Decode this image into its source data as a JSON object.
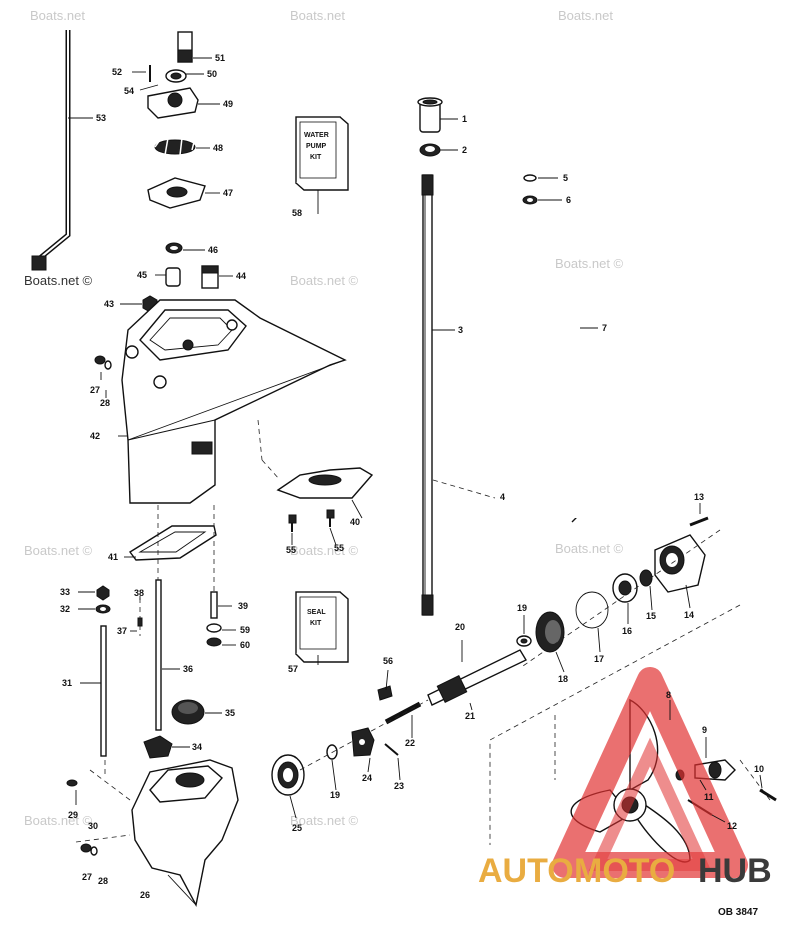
{
  "watermark": "Boats.net",
  "watermark_full": "Boats.net ©",
  "kits": {
    "water_pump_lines": [
      "WATER",
      "PUMP",
      "KIT"
    ],
    "seal_lines": [
      "SEAL",
      "KIT"
    ]
  },
  "logo": {
    "part1": "AUTO",
    "part2": "MOTO",
    "part3": "HUB",
    "color_accent": "#e8a531",
    "color_red": "#e03030",
    "color_dark": "#2a2a2a"
  },
  "diagram_code": "OB  3847",
  "callouts": {
    "c1": "1",
    "c2": "2",
    "c3": "3",
    "c4": "4",
    "c5": "5",
    "c6": "6",
    "c7": "7",
    "c8": "8",
    "c9": "9",
    "c10": "10",
    "c11": "11",
    "c12": "12",
    "c13": "13",
    "c14": "14",
    "c15": "15",
    "c16": "16",
    "c17": "17",
    "c18": "18",
    "c19a": "19",
    "c19b": "19",
    "c20": "20",
    "c21": "21",
    "c22": "22",
    "c23": "23",
    "c24": "24",
    "c25": "25",
    "c26": "26",
    "c27a": "27",
    "c28a": "28",
    "c27b": "27",
    "c28b": "28",
    "c29": "29",
    "c30": "30",
    "c31": "31",
    "c32": "32",
    "c33": "33",
    "c34": "34",
    "c35": "35",
    "c36": "36",
    "c37": "37",
    "c38": "38",
    "c39": "39",
    "c40": "40",
    "c41": "41",
    "c42": "42",
    "c43": "43",
    "c44": "44",
    "c45": "45",
    "c46": "46",
    "c47": "47",
    "c48": "48",
    "c49": "49",
    "c50": "50",
    "c51": "51",
    "c52": "52",
    "c53": "53",
    "c54": "54",
    "c55a": "55",
    "c55b": "55",
    "c56": "56",
    "c57": "57",
    "c58": "58",
    "c59": "59",
    "c60": "60"
  }
}
